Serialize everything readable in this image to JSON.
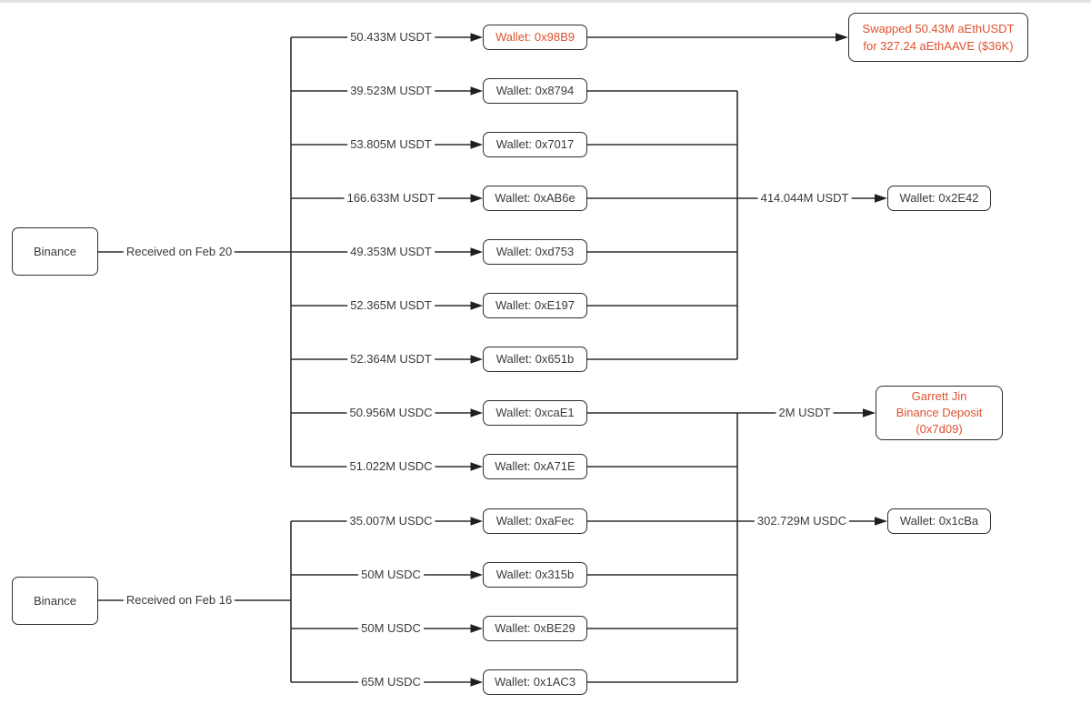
{
  "sources": [
    {
      "name": "Binance",
      "note": "Received on Feb 20"
    },
    {
      "name": "Binance",
      "note": "Received on Feb 16"
    }
  ],
  "transfers": [
    {
      "amount": "50.433M USDT",
      "wallet": "Wallet: 0x98B9"
    },
    {
      "amount": "39.523M USDT",
      "wallet": "Wallet: 0x8794"
    },
    {
      "amount": "53.805M USDT",
      "wallet": "Wallet: 0x7017"
    },
    {
      "amount": "166.633M USDT",
      "wallet": "Wallet: 0xAB6e"
    },
    {
      "amount": "49.353M USDT",
      "wallet": "Wallet: 0xd753"
    },
    {
      "amount": "52.365M USDT",
      "wallet": "Wallet: 0xE197"
    },
    {
      "amount": "52.364M USDT",
      "wallet": "Wallet: 0x651b"
    },
    {
      "amount": "50.956M USDC",
      "wallet": "Wallet: 0xcaE1"
    },
    {
      "amount": "51.022M USDC",
      "wallet": "Wallet: 0xA71E"
    },
    {
      "amount": "35.007M USDC",
      "wallet": "Wallet: 0xaFec"
    },
    {
      "amount": "50M USDC",
      "wallet": "Wallet: 0x315b"
    },
    {
      "amount": "50M USDC",
      "wallet": "Wallet: 0xBE29"
    },
    {
      "amount": "65M USDC",
      "wallet": "Wallet: 0x1AC3"
    }
  ],
  "swap_note": {
    "line1": "Swapped 50.43M aEthUSDT",
    "line2": "for 327.24 aEthAAVE ($36K)"
  },
  "aggregates": [
    {
      "amount": "414.044M USDT",
      "target": "Wallet: 0x2E42"
    },
    {
      "amount": "2M USDT",
      "target_line1": "Garrett Jin",
      "target_line2": "Binance Deposit",
      "target_line3": "(0x7d09)"
    },
    {
      "amount": "302.729M USDC",
      "target": "Wallet: 0x1cBa"
    }
  ],
  "colors": {
    "highlight": "#e0512e",
    "line": "#2d2d2d",
    "text": "#3a3a3a"
  }
}
